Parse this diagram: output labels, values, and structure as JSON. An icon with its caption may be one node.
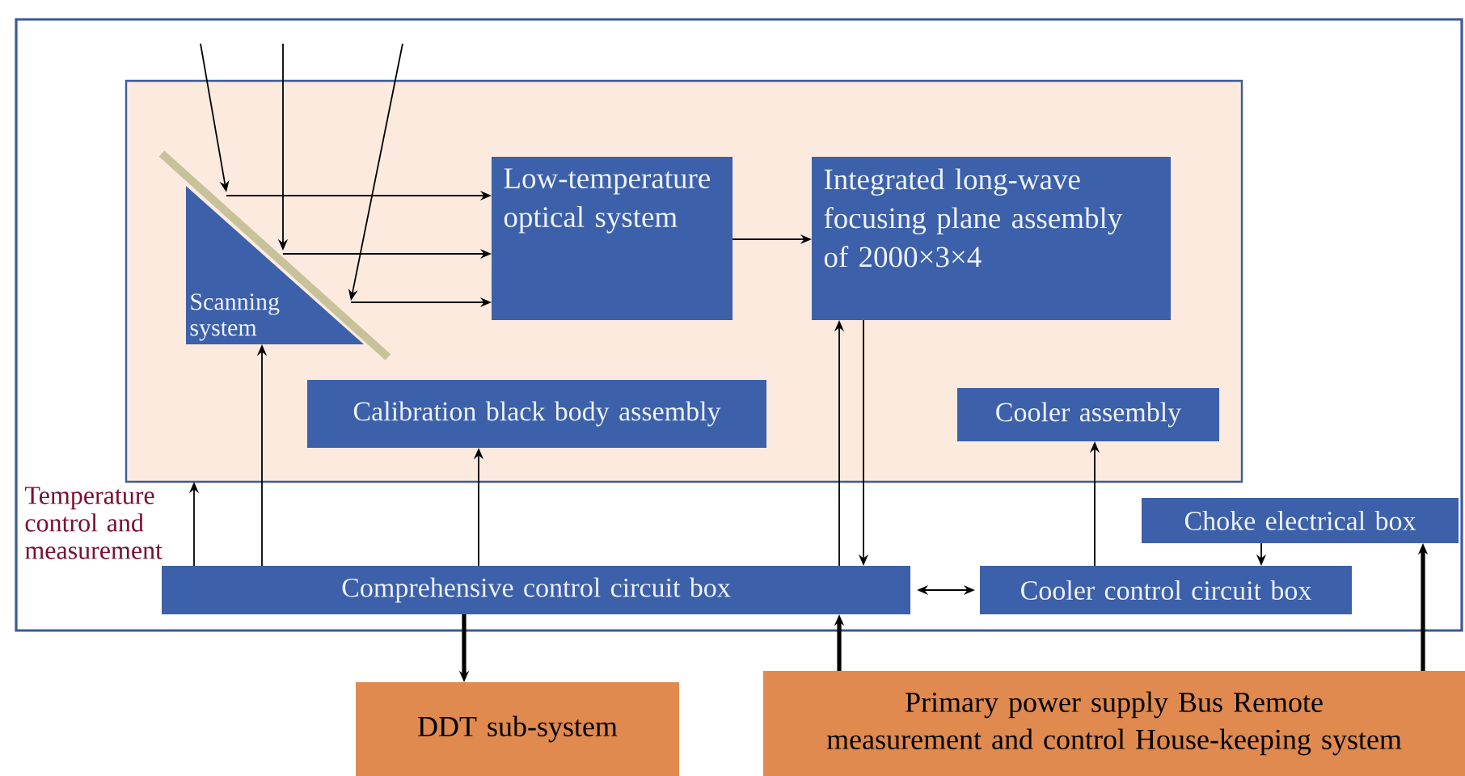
{
  "diagram": {
    "nodes": [
      {
        "text": [],
        "shape": "box"
      },
      {
        "text": [],
        "shape": "box",
        "in": 0
      },
      {
        "text": [
          "Scanning system"
        ],
        "in": 1
      },
      {
        "text": [
          "Low-temperature optical system"
        ],
        "in": 1
      },
      {
        "text": [
          "Integrated long-wave focusing plane assembly of 2000×3×4"
        ],
        "in": 1
      },
      {
        "text": [
          "Calibration black body assembly"
        ],
        "in": 1
      },
      {
        "text": [
          "Cooler assembly"
        ],
        "in": 1
      },
      {
        "text": [
          "Comprehensive control circuit box"
        ],
        "in": 0
      },
      {
        "text": [
          "Cooler control circuit box"
        ],
        "in": 0
      },
      {
        "text": [
          "Choke electrical box"
        ],
        "in": 0
      },
      {
        "text": [
          "DDT sub-system"
        ]
      },
      {
        "text": [
          "Primary power supply Bus Remote measurement and control House-keeping system"
        ]
      }
    ],
    "edges": [
      {
        "from": null,
        "to": 2,
        "arrow": "to"
      },
      {
        "from": null,
        "to": 2,
        "arrow": "to"
      },
      {
        "from": null,
        "to": 2,
        "arrow": "to"
      },
      {
        "from": 2,
        "to": 3,
        "arrow": "to"
      },
      {
        "from": 2,
        "to": 3,
        "arrow": "to"
      },
      {
        "from": 2,
        "to": 3,
        "arrow": "to"
      },
      {
        "from": 3,
        "to": 4,
        "arrow": "to"
      },
      {
        "from": 7,
        "to": 2,
        "arrow": "to"
      },
      {
        "from": 7,
        "to": 5,
        "arrow": "to"
      },
      {
        "from": 7,
        "to": 4,
        "arrow": "to"
      },
      {
        "from": 4,
        "to": 7,
        "arrow": "to"
      },
      {
        "from": 7,
        "to": 8,
        "arrow": "both"
      },
      {
        "from": 8,
        "to": 6,
        "arrow": "to"
      },
      {
        "from": 9,
        "to": 8,
        "arrow": "to"
      },
      {
        "from": 7,
        "to": 10,
        "arrow": "to",
        "style": "thick"
      },
      {
        "from": 11,
        "to": 7,
        "arrow": "to",
        "style": "thick"
      },
      {
        "from": 11,
        "to": 9,
        "arrow": "to",
        "style": "thick"
      },
      {
        "from": 7,
        "to": 1,
        "arrow": "to",
        "label": "Temperature control and measurement"
      }
    ]
  }
}
